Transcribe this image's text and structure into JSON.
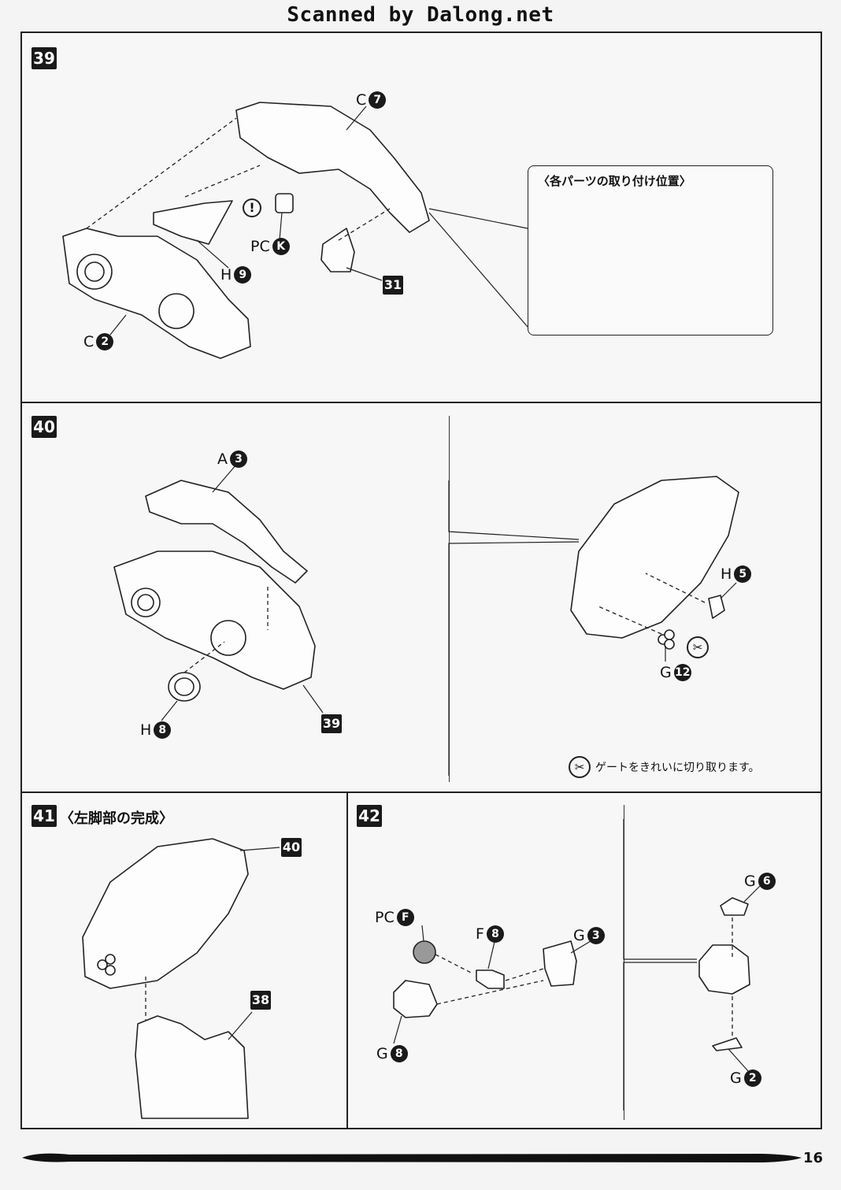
{
  "banner": "Scanned by Dalong.net",
  "steps": {
    "s39": "39",
    "s40": "40",
    "s41": "41",
    "s42": "42"
  },
  "step41_title": "〈左脚部の完成〉",
  "inset_title": "〈各パーツの取り付け位置〉",
  "refs": {
    "r31": "31",
    "r39": "39",
    "r40": "40",
    "r38": "38"
  },
  "parts": {
    "p39_c7": {
      "letter": "C",
      "num": "7"
    },
    "p39_pck": {
      "letter": "PC",
      "num": "K"
    },
    "p39_h9": {
      "letter": "H",
      "num": "9"
    },
    "p39_c2": {
      "letter": "C",
      "num": "2"
    },
    "p40_a3": {
      "letter": "A",
      "num": "3"
    },
    "p40_h8": {
      "letter": "H",
      "num": "8"
    },
    "p40_h5": {
      "letter": "H",
      "num": "5"
    },
    "p40_g12": {
      "letter": "G",
      "num": "12"
    },
    "p42_pcf": {
      "letter": "PC",
      "num": "F"
    },
    "p42_f8": {
      "letter": "F",
      "num": "8"
    },
    "p42_g3": {
      "letter": "G",
      "num": "3"
    },
    "p42_g8": {
      "letter": "G",
      "num": "8"
    },
    "p42_g6": {
      "letter": "G",
      "num": "6"
    },
    "p42_g2": {
      "letter": "G",
      "num": "2"
    }
  },
  "caution_mark": "!",
  "gate_note": "ゲートをきれいに切り取ります。",
  "page_number": "16",
  "icons": {
    "gate": "gate-cut-icon",
    "caution": "caution-icon"
  }
}
